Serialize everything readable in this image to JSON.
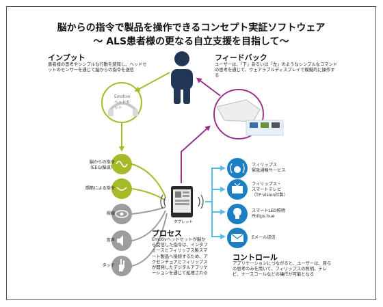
{
  "title": {
    "line1": "脳からの指令で製品を操作できるコンセプト実証ソフトウェア",
    "line2": "～ ALS患者様の更なる自立支援を目指して～"
  },
  "input": {
    "heading": "インプット",
    "desc": "患者様の思考やシンプルな行動を感知し、ヘッドセットのセンサーを通じて脳からの指令を送信",
    "headset_label": "Emotiveヘッドセット",
    "signals": [
      {
        "icon": "brain-icon",
        "label": "脳からの指令（EEG/脳波）"
      },
      {
        "icon": "face-icon",
        "label": "顔筋による指令"
      },
      {
        "icon": "eye-icon",
        "label": "視線"
      },
      {
        "icon": "speaker-icon",
        "label": "音声"
      },
      {
        "icon": "hand-icon",
        "label": "タッチ"
      }
    ]
  },
  "feedback": {
    "heading": "フィードバック",
    "desc": "ユーザーは、「下」あるいは「左」のようなシンプルなコマンドの思考を通じて、ウェアラブルディスプレイで模擬的に操作する"
  },
  "tablet": {
    "label": "タブレット"
  },
  "process": {
    "heading": "プロセス",
    "desc": "Emotivヘッドセットが脳から受信した指令は、インタフェースとフィリップス製スマート製品へ接続するため、アクセンチュアとフィリップスが開発したデジタルアプリケーションを通じて処理される"
  },
  "outputs": [
    {
      "icon": "alarm-icon",
      "label": "フィリップス\n緊急通報サービス"
    },
    {
      "icon": "tv-icon",
      "label": "フィリップス・\nスマートテレビ\n（TP Vision社製）"
    },
    {
      "icon": "bulb-icon",
      "label": "スマートLED照明\nPhilips hue"
    },
    {
      "icon": "mail-icon",
      "label": "Eメール送信"
    }
  ],
  "control": {
    "heading": "コントロール",
    "desc": "アプリケーションにつながると、ユーザーは、目らの思考のみを用いて、フィリップスの照明、テレビ、ナースコールなどの操作が可能となる"
  },
  "colors": {
    "input": "#a7bb2a",
    "gray": "#9d9d9d",
    "feedback": "#9b2f8c",
    "output": "#1d7fc3",
    "output_arrow": "#58bde6",
    "person": "#1f3754"
  }
}
